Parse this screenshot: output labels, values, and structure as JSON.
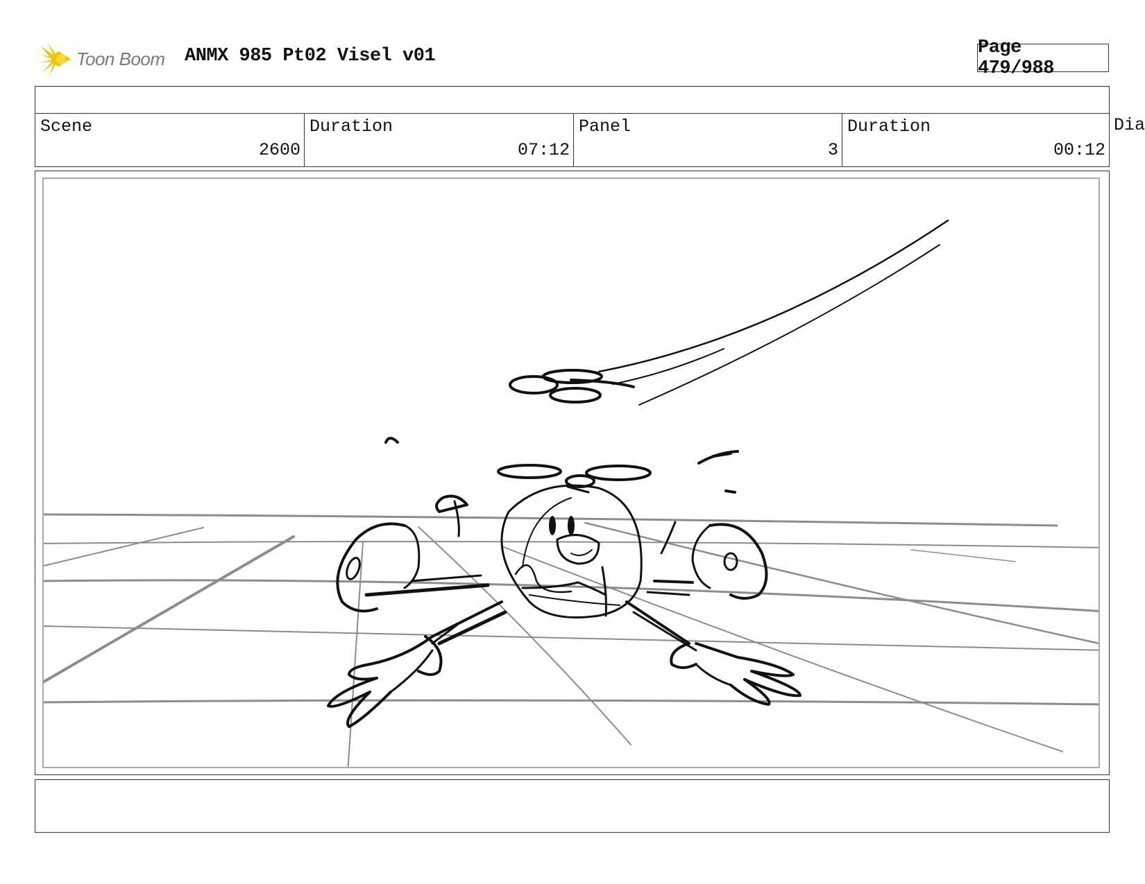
{
  "header": {
    "logo_text": "Toon Boom",
    "title": "ANMX 985 Pt02 Visel v01",
    "page": "Page 479/988"
  },
  "info": {
    "scene_label": "Scene",
    "scene_value": "2600",
    "duration_label": "Duration",
    "duration_value": "07:12",
    "panel_label": "Panel",
    "panel_value": "3",
    "panel_duration_label": "Duration",
    "panel_duration_value": "00:12",
    "dialogue_label": "Dia"
  },
  "colors": {
    "logo_accent": "#f5c400",
    "sketch_ink": "#111111",
    "sketch_grid": "#8c8c8c"
  }
}
